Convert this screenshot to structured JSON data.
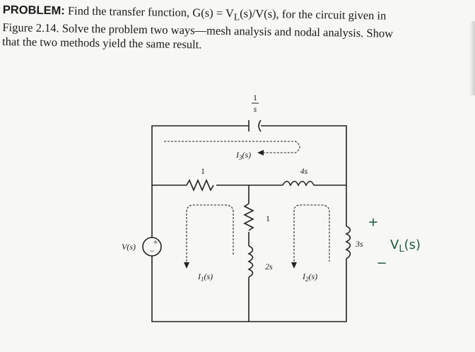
{
  "problem": {
    "lead": "PROBLEM:",
    "line1_rest": " Find the transfer function, G(s) = V",
    "line1_sub": "L",
    "line1_end": "(s)/V(s), for the circuit given in",
    "line2": "Figure 2.14. Solve the problem two ways—mesh analysis and nodal analysis. Show",
    "line3": "that the two methods yield the same result."
  },
  "circuit": {
    "capacitor_num": "1",
    "capacitor_den": "s",
    "mesh1_current": "I",
    "mesh1_current_sub": "1",
    "mesh2_current": "I",
    "mesh2_current_sub": "2",
    "mesh3_current": "I",
    "mesh3_current_sub": "3",
    "mesh_arg": "(s)",
    "r_top_left": "1",
    "l_top_right": "4s",
    "r_middle": "1",
    "l_middle": "2s",
    "l_right": "3s",
    "source_label": "V(s)",
    "source_plus": "+",
    "source_minus": "−"
  },
  "annotation": {
    "plus": "+",
    "text": "V",
    "sub": "L",
    "paren": "(s)",
    "minus": "−"
  }
}
